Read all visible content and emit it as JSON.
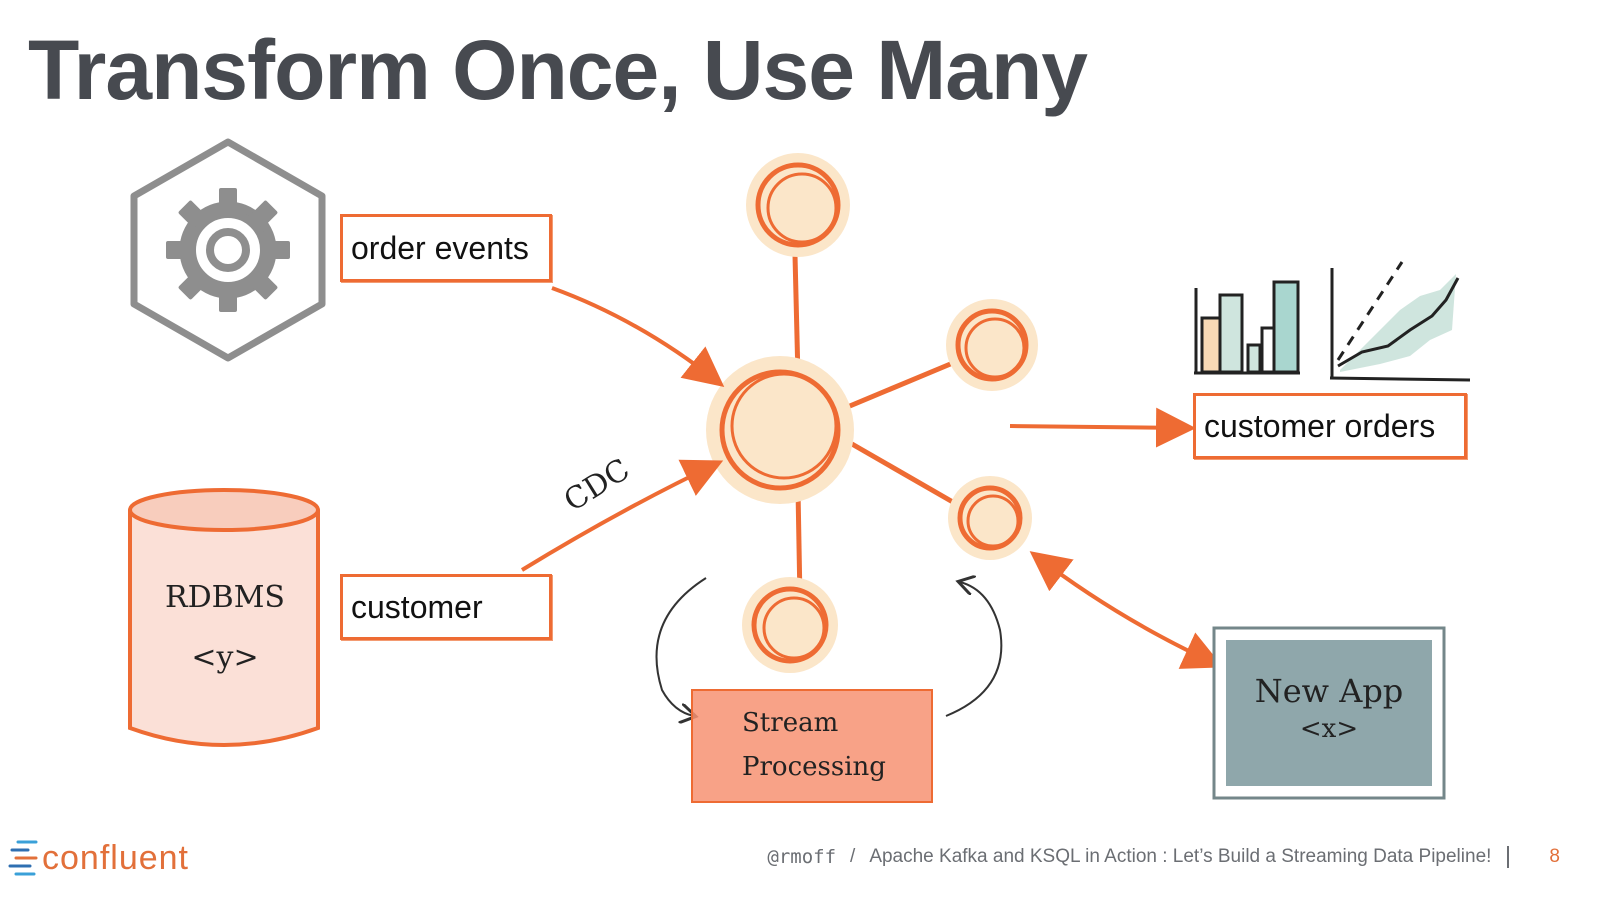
{
  "slide": {
    "title": "Transform Once, Use Many",
    "page_number": "8"
  },
  "diagram": {
    "order_events_label": "order events",
    "customer_label": "customer",
    "customer_orders_label": "customer orders",
    "cdc_label": "CDC",
    "rdbms_label": "RDBMS",
    "rdbms_sub": "<y>",
    "stream_processing_line1": "Stream",
    "stream_processing_line2": "Processing",
    "new_app_line1": "New App",
    "new_app_line2": "<x>"
  },
  "footer": {
    "brand": "confluent",
    "handle": "@rmoff",
    "separator": "/",
    "talk_title": "Apache Kafka and KSQL in Action : Let’s Build a Streaming Data Pipeline!"
  },
  "colors": {
    "accent": "#ee6b33",
    "title": "#474a50",
    "app_box": "#8fa7ab"
  }
}
